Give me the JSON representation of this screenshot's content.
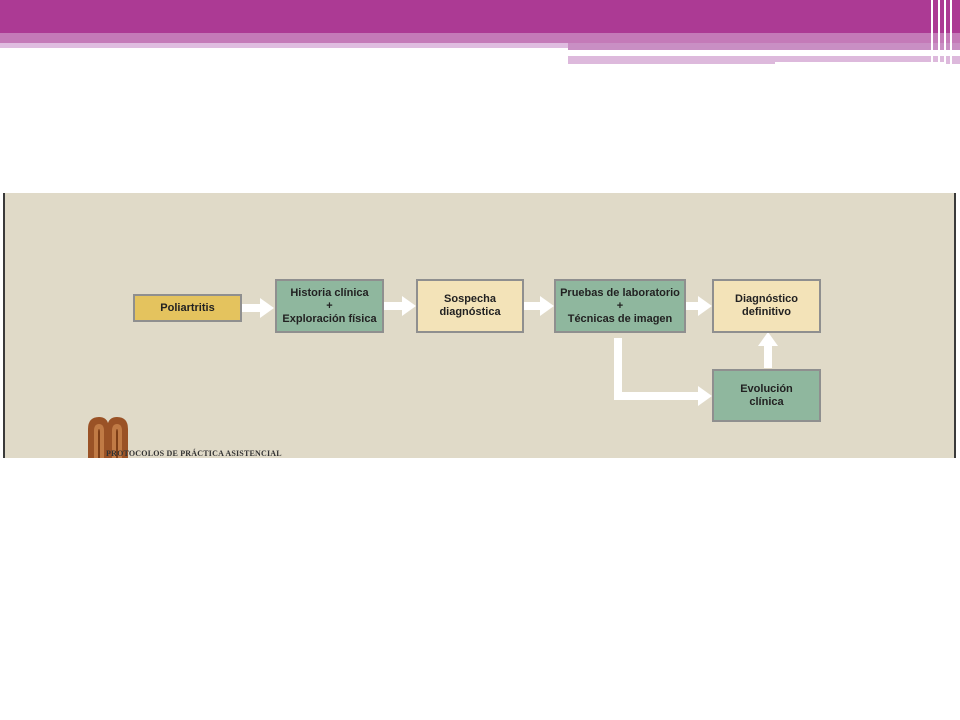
{
  "diagram": {
    "nodes": [
      {
        "id": "poliartritis",
        "label": "Poliartritis"
      },
      {
        "id": "historia",
        "label": "Historia clínica\n+\nExploración física"
      },
      {
        "id": "sospecha",
        "label": "Sospecha\ndiagnóstica"
      },
      {
        "id": "pruebas",
        "label": "Pruebas de laboratorio\n+\nTécnicas de imagen"
      },
      {
        "id": "diagnostico",
        "label": "Diagnóstico\ndefinitivo"
      },
      {
        "id": "evolucion",
        "label": "Evolución\nclínica"
      }
    ],
    "edges": [
      {
        "from": "poliartritis",
        "to": "historia"
      },
      {
        "from": "historia",
        "to": "sospecha"
      },
      {
        "from": "sospecha",
        "to": "pruebas"
      },
      {
        "from": "pruebas",
        "to": "diagnostico"
      },
      {
        "from": "pruebas",
        "to": "evolucion"
      },
      {
        "from": "evolucion",
        "to": "diagnostico"
      }
    ]
  },
  "logo": {
    "text": "PROTOCOLOS DE PRÁCTICA ASISTENCIAL"
  },
  "colors": {
    "accent": "#ac3a94",
    "panel": "#e0dac8",
    "yellow": "#e4c35e",
    "green": "#8fb79e",
    "cream": "#f3e3b8"
  }
}
